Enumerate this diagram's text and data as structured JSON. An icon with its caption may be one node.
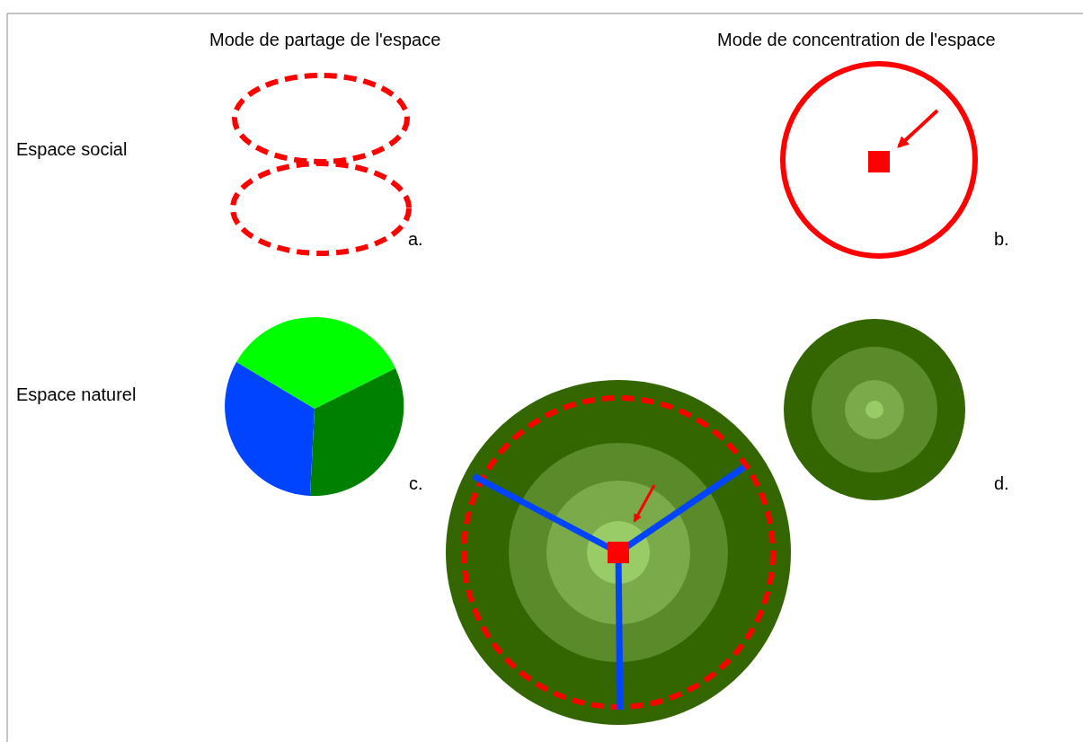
{
  "diagram": {
    "labels": [
      "Mode de partage de l'espace",
      "Mode de concentration de l'espace",
      "Espace social",
      "a.",
      "b.",
      "Espace naturel",
      "c.",
      "d."
    ]
  }
}
